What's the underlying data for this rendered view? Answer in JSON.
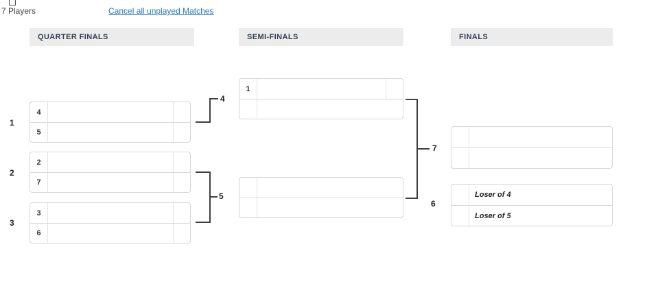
{
  "toolbar": {
    "players_count": "7 Players",
    "cancel_link_label": "Cancel all unplayed Matches"
  },
  "columns": {
    "quarter_finals": "QUARTER FINALS",
    "semi_finals": "SEMI-FINALS",
    "finals": "FINALS"
  },
  "bracket": {
    "quarter_finals": [
      {
        "number": "1",
        "rows": [
          {
            "seed": "4",
            "name": "",
            "score": ""
          },
          {
            "seed": "5",
            "name": "",
            "score": ""
          }
        ]
      },
      {
        "number": "2",
        "rows": [
          {
            "seed": "2",
            "name": "",
            "score": ""
          },
          {
            "seed": "7",
            "name": "",
            "score": ""
          }
        ]
      },
      {
        "number": "3",
        "rows": [
          {
            "seed": "3",
            "name": "",
            "score": ""
          },
          {
            "seed": "6",
            "name": "",
            "score": ""
          }
        ]
      }
    ],
    "semi_finals": [
      {
        "number": "4",
        "rows": [
          {
            "seed": "1",
            "name": "",
            "score": ""
          },
          {
            "seed": "",
            "name": ""
          }
        ]
      },
      {
        "number": "5",
        "rows": [
          {
            "seed": "",
            "name": ""
          },
          {
            "seed": "",
            "name": ""
          }
        ]
      }
    ],
    "finals": [
      {
        "number": "7",
        "rows": [
          {
            "seed": "",
            "name": ""
          },
          {
            "seed": "",
            "name": ""
          }
        ]
      },
      {
        "number": "6",
        "rows": [
          {
            "seed": "",
            "name": "Loser of 4"
          },
          {
            "seed": "",
            "name": "Loser of 5"
          }
        ]
      }
    ]
  },
  "colors": {
    "link": "#2b7bb9",
    "header_bg": "#ececec",
    "header_text": "#33404e",
    "connector": "#3f3f3f",
    "box_border": "#d6d6d6"
  }
}
